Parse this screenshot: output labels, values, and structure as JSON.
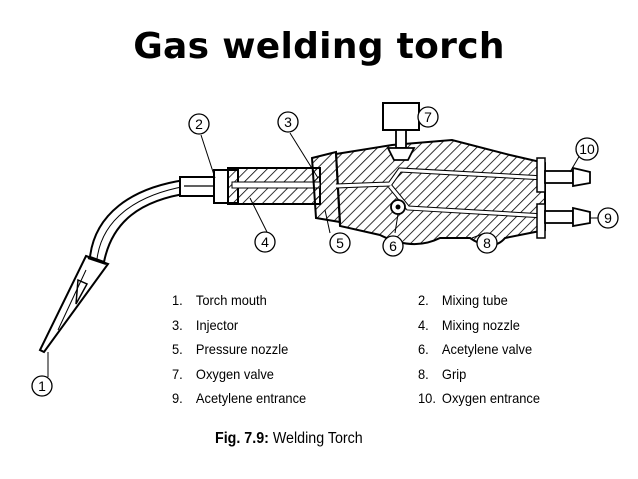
{
  "title": "Gas welding torch",
  "callouts": [
    "1",
    "2",
    "3",
    "4",
    "5",
    "6",
    "7",
    "8",
    "9",
    "10"
  ],
  "legend": {
    "left": [
      {
        "num": "1.",
        "text": "Torch mouth"
      },
      {
        "num": "3.",
        "text": "Injector"
      },
      {
        "num": "5.",
        "text": "Pressure nozzle"
      },
      {
        "num": "7.",
        "text": "Oxygen valve"
      },
      {
        "num": "9.",
        "text": "Acetylene entrance"
      }
    ],
    "right": [
      {
        "num": "2.",
        "text": "Mixing tube"
      },
      {
        "num": "4.",
        "text": "Mixing nozzle"
      },
      {
        "num": "6.",
        "text": "Acetylene valve"
      },
      {
        "num": "8.",
        "text": "Grip"
      },
      {
        "num": "10.",
        "text": "Oxygen entrance"
      }
    ]
  },
  "caption": {
    "label": "Fig. 7.9:",
    "text": "Welding Torch"
  }
}
